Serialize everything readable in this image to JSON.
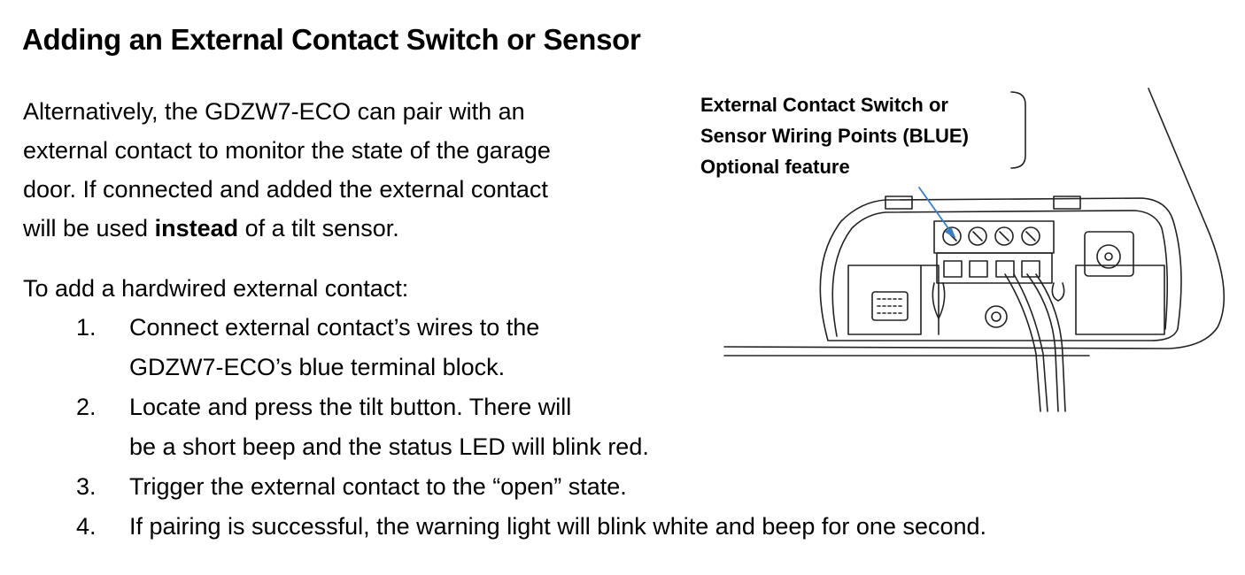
{
  "title": "Adding an External Contact Switch or Sensor",
  "intro": {
    "line1": "Alternatively, the GDZW7-ECO can pair with an",
    "line2": "external contact to monitor the state of the garage",
    "line3": "door. If connected and added the external contact",
    "line4_before": "will be used ",
    "line4_bold": "instead",
    "line4_after": " of a tilt sensor."
  },
  "steps_lead": "To add a hardwired external contact:",
  "steps": [
    {
      "num": "1.",
      "line1": "Connect external contact’s wires to the",
      "line2": "GDZW7-ECO’s blue terminal block."
    },
    {
      "num": "2.",
      "line1": "Locate and press the tilt button. There will",
      "line2": "be a short beep and the status LED will blink red."
    },
    {
      "num": "3.",
      "line1": "Trigger the external contact to the “open” state."
    },
    {
      "num": "4.",
      "line1": "If pairing is successful, the warning light will blink white and beep for one second."
    }
  ],
  "figure": {
    "caption_line1": "External Contact Switch or",
    "caption_line2": "Sensor Wiring Points (BLUE)",
    "caption_line3": "Optional feature",
    "accent_color": "#3a7fc4"
  }
}
